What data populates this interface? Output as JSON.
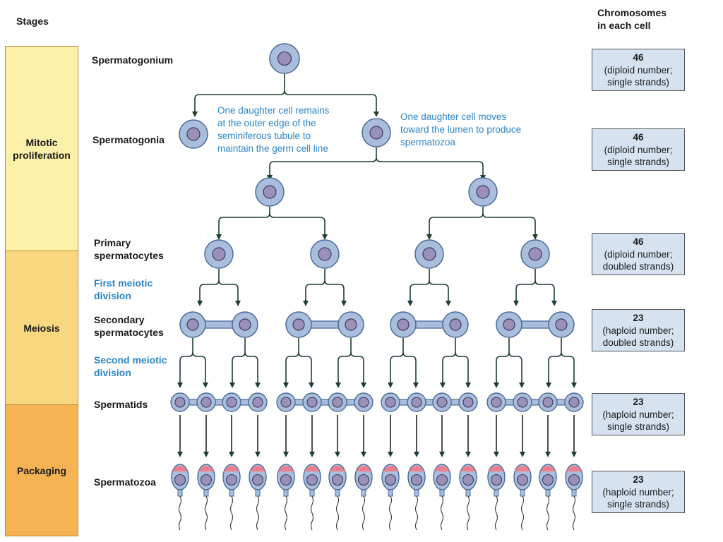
{
  "headers": {
    "stages": "Stages",
    "chromosomes_line1": "Chromosomes",
    "chromosomes_line2": "in each cell"
  },
  "stages": [
    {
      "label_line1": "Mitotic",
      "label_line2": "proliferation",
      "color": "#fdf0a8"
    },
    {
      "label_line1": "Meiosis",
      "label_line2": "",
      "color": "#f9d77e"
    },
    {
      "label_line1": "Packaging",
      "label_line2": "",
      "color": "#f5b354"
    }
  ],
  "cell_labels": {
    "spermatogonium": "Spermatogonium",
    "spermatogonia": "Spermatogonia",
    "primary_line1": "Primary",
    "primary_line2": "spermatocytes",
    "first_div_line1": "First meiotic",
    "first_div_line2": "division",
    "secondary_line1": "Secondary",
    "secondary_line2": "spermatocytes",
    "second_div_line1": "Second meiotic",
    "second_div_line2": "division",
    "spermatids": "Spermatids",
    "spermatozoa": "Spermatozoa"
  },
  "notes": {
    "left": [
      "One daughter cell remains",
      "at the outer edge of the",
      "seminiferous tubule to",
      "maintain the germ cell line"
    ],
    "right": [
      "One daughter cell moves",
      "toward the lumen to produce",
      "spermatozoa"
    ]
  },
  "chromosome_boxes": [
    {
      "number": "46",
      "line1": "(diploid number;",
      "line2": "single strands)"
    },
    {
      "number": "46",
      "line1": "(diploid number;",
      "line2": "single strands)"
    },
    {
      "number": "46",
      "line1": "(diploid number;",
      "line2": "doubled strands)"
    },
    {
      "number": "23",
      "line1": "(haploid number;",
      "line2": "doubled strands)"
    },
    {
      "number": "23",
      "line1": "(haploid number;",
      "line2": "single strands)"
    },
    {
      "number": "23",
      "line1": "(haploid number;",
      "line2": "single strands)"
    }
  ],
  "colors": {
    "cell_fill": "#a9bedc",
    "cell_stroke": "#4a6a98",
    "nucleus": "#9a90b8",
    "acrosome": "#ef7f8c",
    "arrow": "#1e3f2a",
    "note_text": "#2a86c8"
  }
}
